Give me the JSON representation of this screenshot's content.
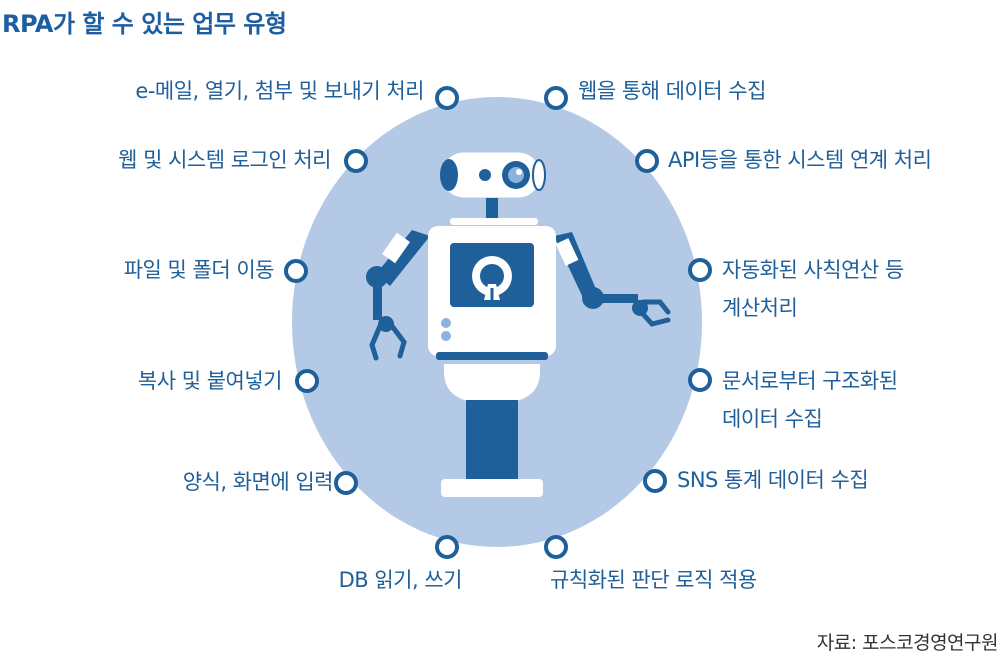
{
  "title": "RPA가 할 수 있는 업무 유형",
  "items_left": [
    {
      "label": "e-메일, 열기, 첨부 및 보내기 처리"
    },
    {
      "label": "웹 및 시스템 로그인 처리"
    },
    {
      "label": "파일 및 폴더 이동"
    },
    {
      "label": "복사 및 붙여넣기"
    },
    {
      "label": "양식, 화면에 입력"
    },
    {
      "label": "DB 읽기, 쓰기"
    }
  ],
  "items_right": [
    {
      "label": "웹을 통해 데이터 수집"
    },
    {
      "label": "API등을 통한 시스템 연계 처리"
    },
    {
      "label_line1": "자동화된 사칙연산 등",
      "label_line2": "계산처리"
    },
    {
      "label_line1": "문서로부터 구조화된",
      "label_line2": "데이터 수집"
    },
    {
      "label": "SNS 통계 데이터 수집"
    },
    {
      "label": "규칙화된 판단 로직 적용"
    }
  ],
  "source": "자료: 포스코경영연구원",
  "colors": {
    "title": "#1d5ea0",
    "ellipse": "#b3c9e6",
    "robot_blue": "#1f5f9a",
    "node_stroke": "#1f5f9a",
    "text": "#1f5f9a"
  }
}
